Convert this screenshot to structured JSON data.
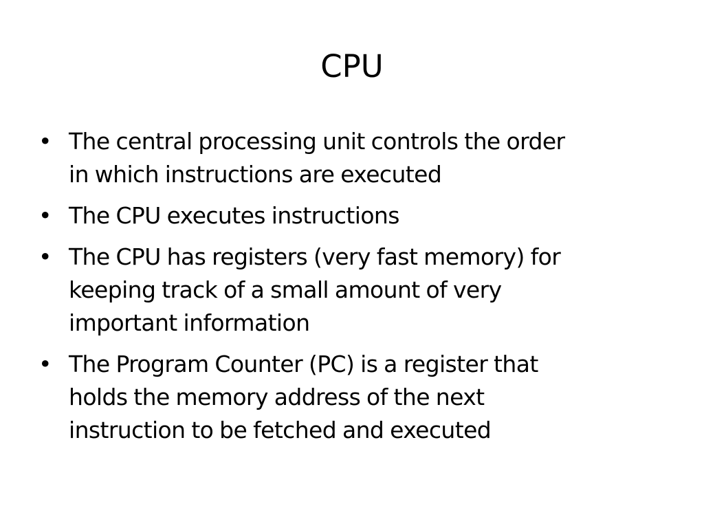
{
  "slide": {
    "title": "CPU",
    "bullets": [
      {
        "lines": [
          "The central processing unit controls the order",
          "in which instructions are executed"
        ]
      },
      {
        "lines": [
          "The CPU executes instructions"
        ]
      },
      {
        "lines": [
          "The CPU has registers (very fast memory) for",
          "keeping track of a small amount of very",
          "important information"
        ]
      },
      {
        "lines": [
          "The Program Counter (PC) is a register that",
          "holds the memory address of the next",
          "instruction to be fetched and executed"
        ]
      }
    ],
    "bullet_glyph": "•"
  }
}
